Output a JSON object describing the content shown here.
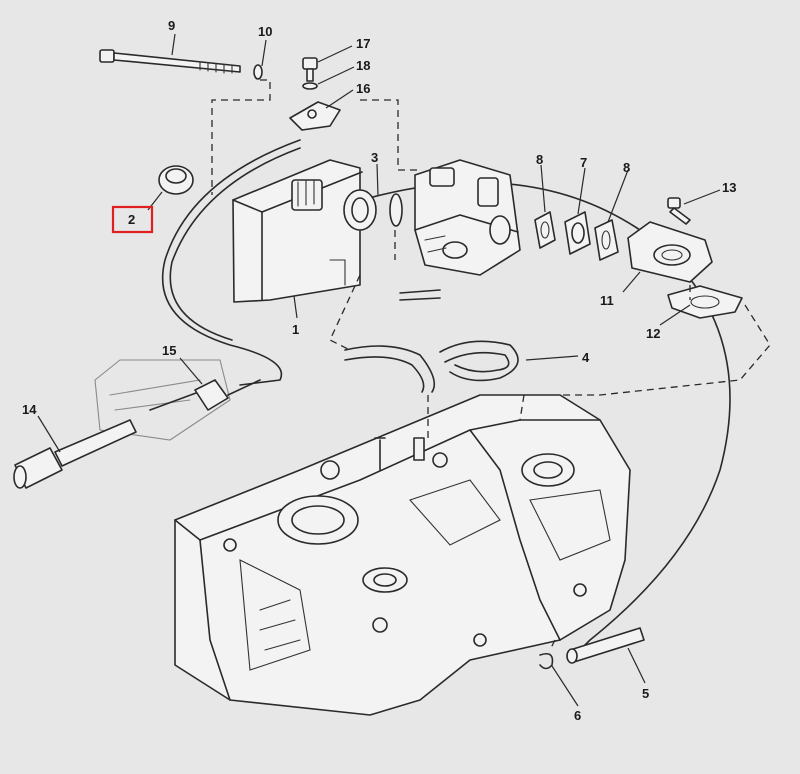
{
  "labels": {
    "part_1": "1",
    "part_2": "2",
    "part_3": "3",
    "part_4": "4",
    "part_5": "5",
    "part_6": "6",
    "part_7": "7",
    "part_8a": "8",
    "part_8b": "8",
    "part_9": "9",
    "part_10": "10",
    "part_11": "11",
    "part_12": "12",
    "part_13": "13",
    "part_14": "14",
    "part_15": "15",
    "part_16": "16",
    "part_17": "17",
    "part_18": "18"
  },
  "highlight": {
    "label": "2",
    "color": "#e02020"
  },
  "colors": {
    "background": "#e7e7e7",
    "line": "#2a2a2a",
    "fill": "#f3f3f3"
  }
}
